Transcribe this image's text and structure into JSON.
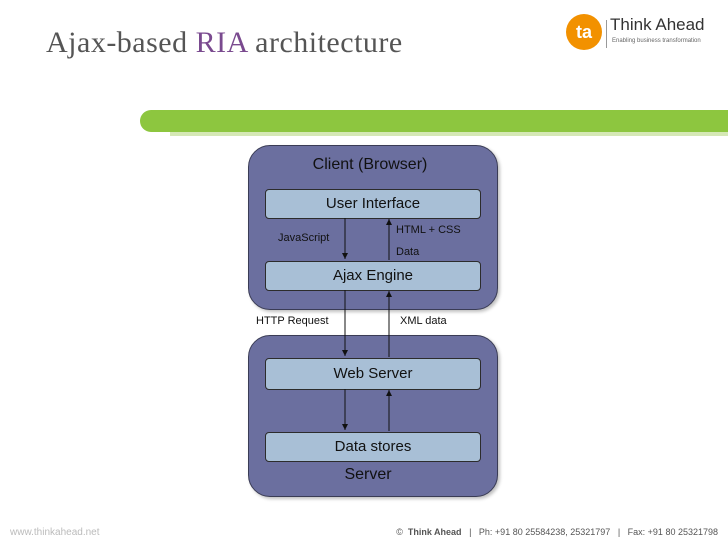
{
  "header": {
    "title_pre": "Ajax-based ",
    "title_accent": "RIA",
    "title_post": " architecture"
  },
  "logo": {
    "mark": "ta",
    "name": "Think Ahead",
    "tagline": "Enabling  business  transformation"
  },
  "diagram": {
    "client_label": "Client (Browser)",
    "user_interface": "User Interface",
    "javascript_label": "JavaScript",
    "html_css_label": "HTML + CSS",
    "data_label": "Data",
    "ajax_engine": "Ajax Engine",
    "http_request_label": "HTTP Request",
    "xml_data_label": "XML data",
    "web_server": "Web Server",
    "data_stores": "Data stores",
    "server_label": "Server"
  },
  "footer": {
    "website": "www.thinkahead.net",
    "copyright_symbol": "©",
    "brand": "Think Ahead",
    "separator": "|",
    "phone": "Ph: +91 80 25584238, 25321797",
    "fax": "Fax: +91 80 25321798"
  },
  "colors": {
    "accent_purple": "#7a4a8f",
    "green_bar": "#8dc63f",
    "panel_fill": "#6b6f9f",
    "box_fill": "#a8bfd6",
    "logo_orange": "#f29100"
  }
}
